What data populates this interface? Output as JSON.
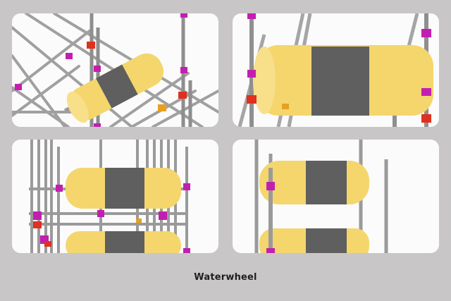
{
  "caption": "Waterwheel",
  "colors": {
    "background": "#c8c6c7",
    "panel": "#fbfbfb",
    "pipe": "#9a9a9a",
    "pipe_light": "#b9b9b9",
    "foam_yellow": "#f4d66d",
    "foam_band": "#5f5f5f",
    "connector_magenta": "#c21fb0",
    "connector_red": "#e0301e",
    "connector_orange": "#e8a020"
  },
  "panels": [
    {
      "view": "angled-top-view"
    },
    {
      "view": "close-up-side-view"
    },
    {
      "view": "front-view-two-rollers"
    },
    {
      "view": "side-view-two-rollers"
    }
  ]
}
